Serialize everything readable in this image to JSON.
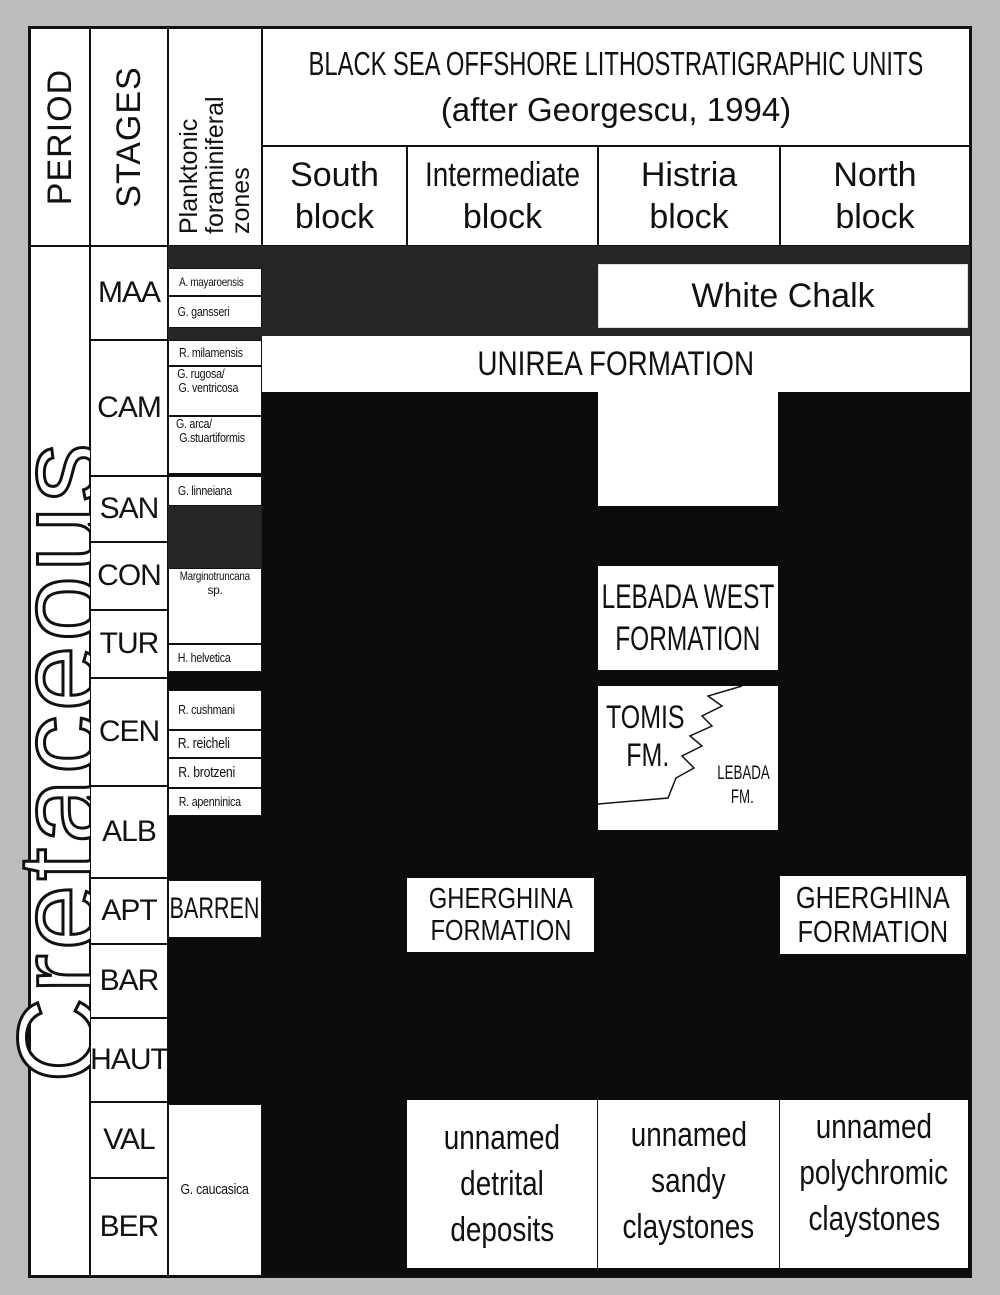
{
  "header": {
    "period": "PERIOD",
    "stages": "STAGES",
    "zones_line1": "Planktonic",
    "zones_line2": "foraminiferal",
    "zones_line3": "zones",
    "title_line1": "BLACK SEA OFFSHORE LITHOSTRATIGRAPHIC UNITS",
    "title_line2": "(after Georgescu, 1994)",
    "blocks": [
      {
        "line1": "South",
        "line2": "block"
      },
      {
        "line1": "Intermediate",
        "line2": "block"
      },
      {
        "line1": "Histria",
        "line2": "block"
      },
      {
        "line1": "North",
        "line2": "block"
      }
    ]
  },
  "period_name": "Cretaceous",
  "stages": [
    "MAA",
    "CAM",
    "SAN",
    "CON",
    "TUR",
    "CEN",
    "ALB",
    "APT",
    "BAR",
    "HAUT",
    "VAL",
    "BER"
  ],
  "zones": {
    "a_mayaroensis": "A. mayaroensis",
    "g_gansseri": "G. gansseri",
    "r_milamensis": "R. milamensis",
    "g_rugosa_1": "G. rugosa/",
    "g_rugosa_2": "G. ventricosa",
    "g_arca_1": "G. arca/",
    "g_arca_2": "G.stuartiformis",
    "g_linneiana": "G. linneiana",
    "marginotruncana_1": "Marginotruncana",
    "marginotruncana_2": "sp.",
    "h_helvetica": "H. helvetica",
    "r_cushmani": "R. cushmani",
    "r_reicheli": "R. reicheli",
    "r_brotzeni": "R. brotzeni",
    "r_apenninica": "R. apenninica",
    "barren": "BARREN",
    "g_caucasica": "G. caucasica"
  },
  "units": {
    "white_chalk": "White Chalk",
    "unirea": "UNIREA FORMATION",
    "lebada_west_1": "LEBADA WEST",
    "lebada_west_2": "FORMATION",
    "tomis_1": "TOMIS",
    "tomis_2": "FM.",
    "lebada_1": "LEBADA",
    "lebada_2": "FM.",
    "gherghina_int_1": "GHERGHINA",
    "gherghina_int_2": "FORMATION",
    "gherghina_north_1": "GHERGHINA",
    "gherghina_north_2": "FORMATION",
    "detrital_1": "unnamed",
    "detrital_2": "detrital",
    "detrital_3": "deposits",
    "sandy_1": "unnamed",
    "sandy_2": "sandy",
    "sandy_3": "claystones",
    "poly_1": "unnamed",
    "poly_2": "polychromic",
    "poly_3": "claystones"
  }
}
